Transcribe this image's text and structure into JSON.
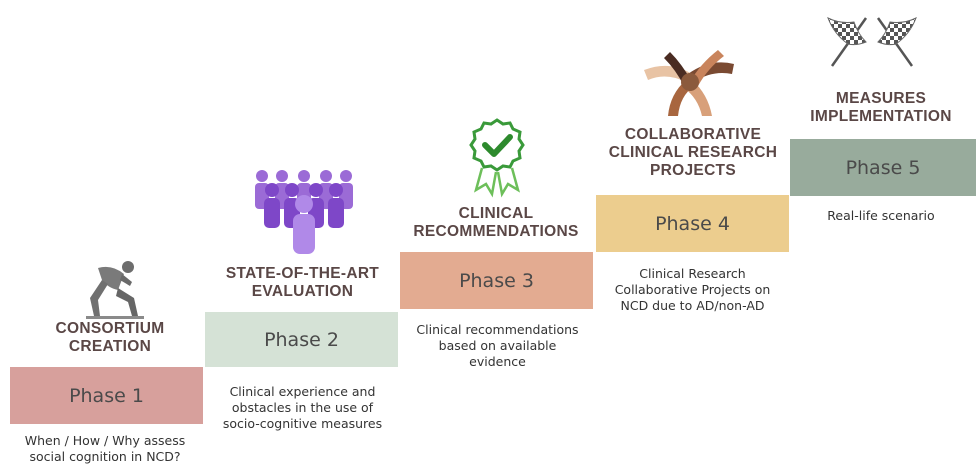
{
  "colors": {
    "phase1": "#d7a09c",
    "phase2": "#d5e2d6",
    "phase3": "#e3ab91",
    "phase4": "#eccd8e",
    "phase5": "#98ab9c",
    "title": "#5a4746"
  },
  "phases": [
    {
      "title_line1": "CONSORTIUM",
      "title_line2": "CREATION",
      "label": "Phase 1",
      "desc_line1": "When / How / Why assess",
      "desc_line2": "social cognition in NCD?",
      "icon": "runner-at-start-icon"
    },
    {
      "title_line1": "STATE-OF-THE-ART",
      "title_line2": "EVALUATION",
      "label": "Phase 2",
      "desc_line1": "Clinical experience and",
      "desc_line2": "obstacles in the use of",
      "desc_line3": "socio-cognitive measures",
      "icon": "people-group-icon"
    },
    {
      "title_line1": "CLINICAL",
      "title_line2": "RECOMMENDATIONS",
      "label": "Phase 3",
      "desc_line1": "Clinical recommendations",
      "desc_line2": "based on available",
      "desc_line3": "evidence",
      "icon": "check-badge-icon"
    },
    {
      "title_line1": "COLLABORATIVE",
      "title_line2": "CLINICAL RESEARCH",
      "title_line3": "PROJECTS",
      "label": "Phase 4",
      "desc_line1": "Clinical Research",
      "desc_line2": "Collaborative Projects on",
      "desc_line3": "NCD due to AD/non-AD",
      "icon": "joined-hands-icon"
    },
    {
      "title_line1": "MEASURES",
      "title_line2": "IMPLEMENTATION",
      "label": "Phase 5",
      "desc_line1": "Real-life scenario",
      "icon": "checkered-flags-icon"
    }
  ]
}
